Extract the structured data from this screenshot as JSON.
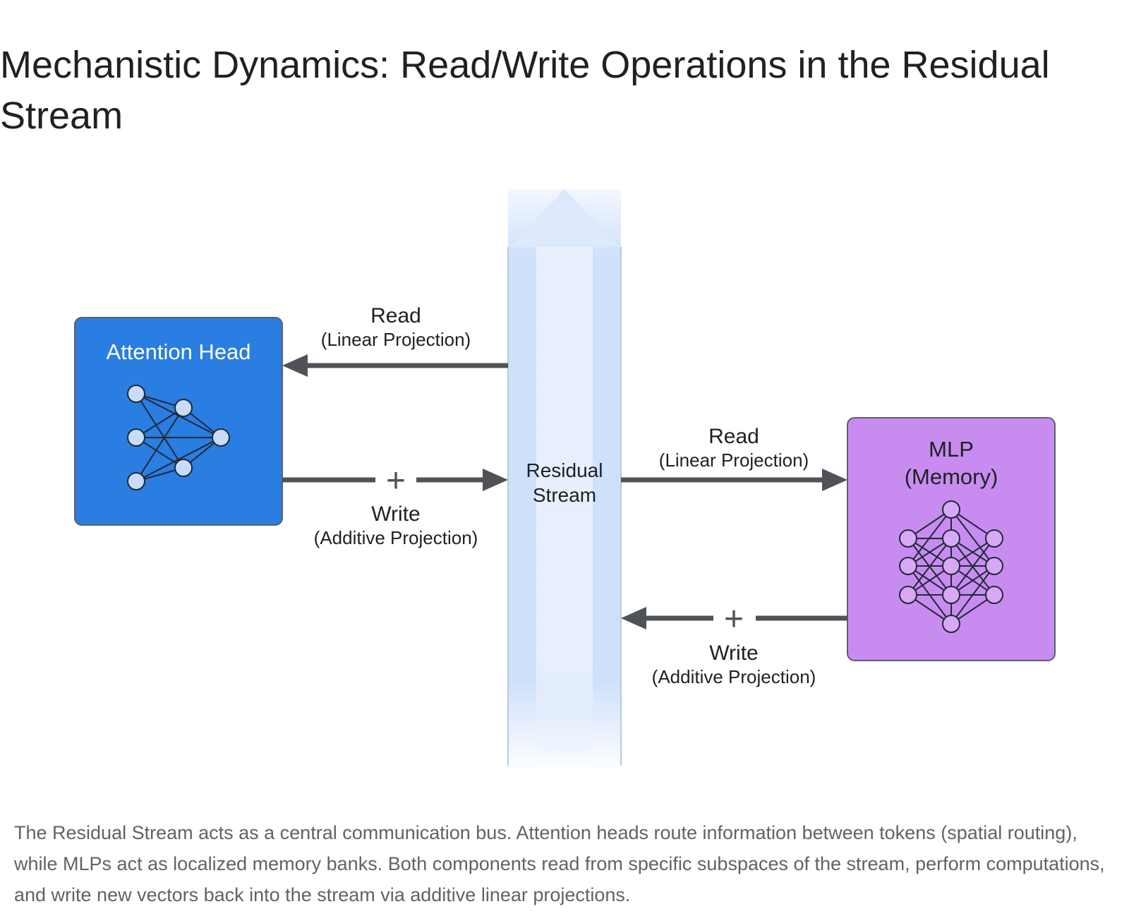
{
  "title": "Mechanistic Dynamics: Read/Write Operations in the Residual Stream",
  "diagram": {
    "stream": {
      "line1": "Residual",
      "line2": "Stream"
    },
    "attention_head": {
      "label": "Attention Head"
    },
    "mlp": {
      "line1": "MLP",
      "line2": "(Memory)"
    },
    "attn_read": {
      "label": "Read",
      "sublabel": "(Linear Projection)"
    },
    "attn_write": {
      "label": "Write",
      "sublabel": "(Additive Projection)",
      "symbol": "+"
    },
    "mlp_read": {
      "label": "Read",
      "sublabel": "(Linear Projection)"
    },
    "mlp_write": {
      "label": "Write",
      "sublabel": "(Additive Projection)",
      "symbol": "+"
    },
    "colors": {
      "attention_head": "#2a7de1",
      "mlp": "#c88cf0",
      "stream": "#cfe0fb",
      "arrow": "#4f5357",
      "node_fill": "#c9dcf7"
    }
  },
  "caption": "The Residual Stream acts as a central communication bus. Attention heads route information between tokens (spatial routing), while MLPs act as localized memory banks. Both components read from specific subspaces of the stream, perform computations, and write new vectors back into the stream via additive linear projections."
}
